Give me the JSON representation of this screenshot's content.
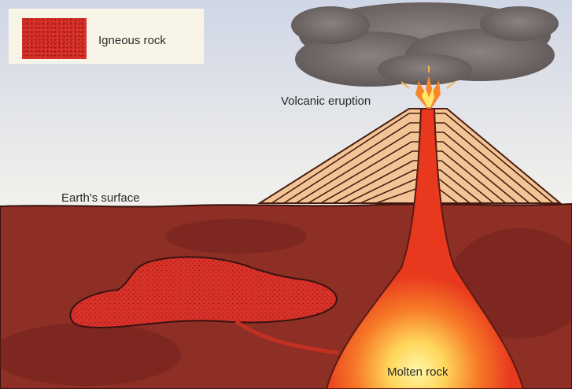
{
  "legend": {
    "items": [
      {
        "label": "Igneous rock",
        "color": "#d8322a"
      }
    ]
  },
  "labels": {
    "volcanic_eruption": "Volcanic eruption",
    "earths_surface": "Earth's surface",
    "molten_rock": "Molten rock"
  },
  "colors": {
    "sky_top": "#cfd6e6",
    "sky_bottom": "#f3f1ec",
    "crust": "#8e2f26",
    "crust_dark": "#6a1f1a",
    "volcano_layers": "#f3c596",
    "volcano_lines": "#4a1e12",
    "igneous": "#d8322a",
    "magma": "#e8391e",
    "magma_glow": "#fff6a8",
    "ash": "#6e6664"
  }
}
